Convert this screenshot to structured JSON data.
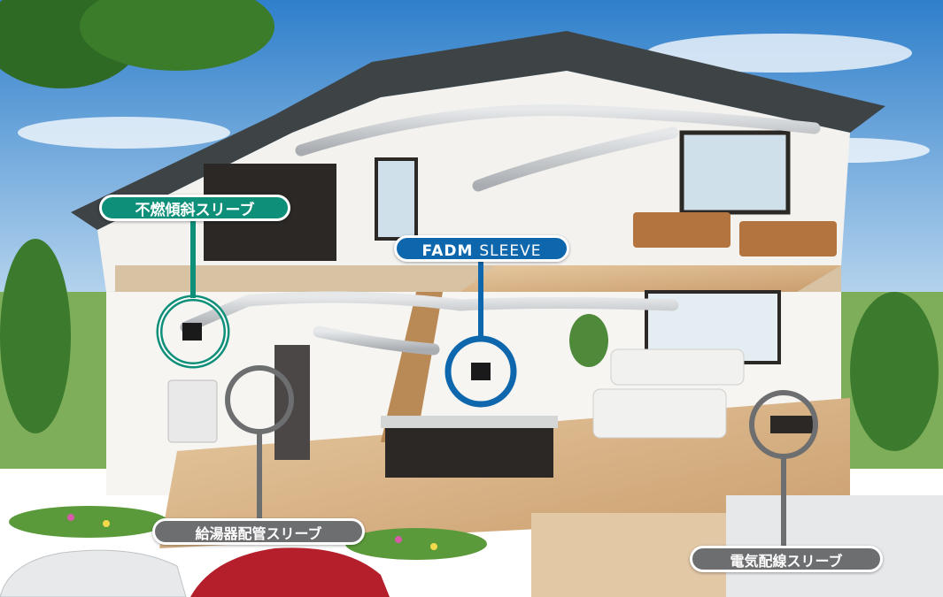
{
  "callouts": {
    "nonflammable_sleeve": {
      "label": "不燃傾斜スリーブ",
      "color": "#0e8f79"
    },
    "fadm_sleeve": {
      "label_bold": "FADM",
      "label_rest": "SLEEVE",
      "color": "#0e67ad"
    },
    "water_heater_sleeve": {
      "label": "給湯器配管スリーブ",
      "color": "#6d6e70"
    },
    "electric_wiring_sleeve": {
      "label": "電気配線スリーブ",
      "color": "#6d6e70"
    }
  },
  "colors": {
    "sky": "#3f8fd4",
    "roof": "#3e4446",
    "wall": "#f4f2ee",
    "floor": "#d9b88f",
    "grass": "#5b9a3a"
  }
}
